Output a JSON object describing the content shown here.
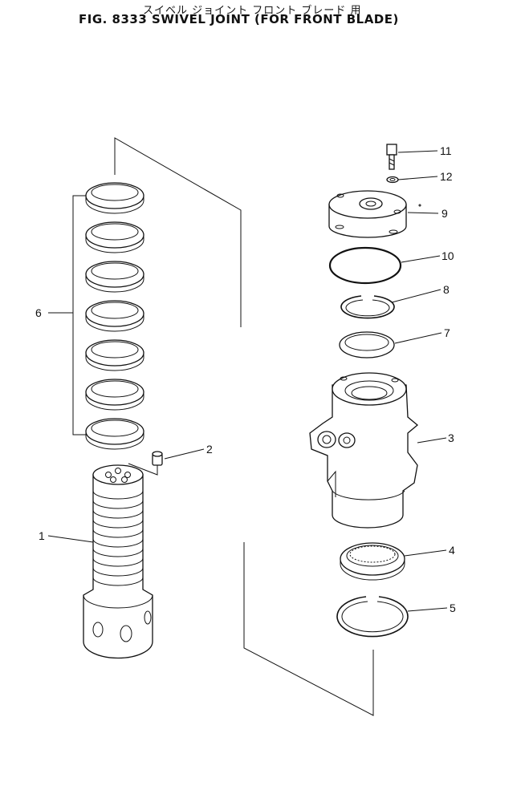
{
  "title": {
    "japanese": "スイベル ジョイント フロント ブレード 用",
    "english": "FIG. 8333  SWIVEL JOINT (FOR FRONT BLADE)"
  },
  "callouts": [
    {
      "number": "1"
    },
    {
      "number": "2"
    },
    {
      "number": "3"
    },
    {
      "number": "4"
    },
    {
      "number": "5"
    },
    {
      "number": "6"
    },
    {
      "number": "7"
    },
    {
      "number": "8"
    },
    {
      "number": "9"
    },
    {
      "number": "10"
    },
    {
      "number": "11"
    },
    {
      "number": "12"
    }
  ]
}
